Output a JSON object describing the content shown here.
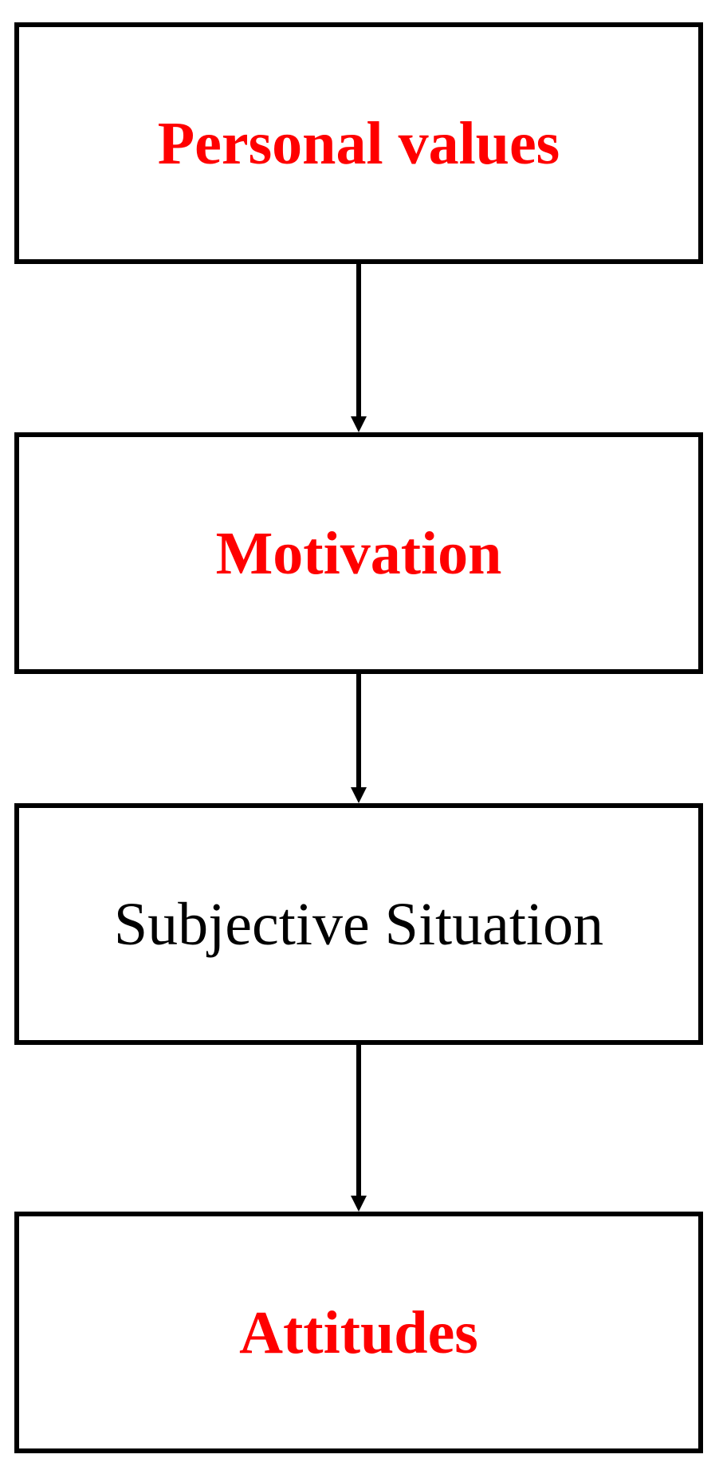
{
  "nodes": [
    {
      "label": "Personal values",
      "color": "#ff0000",
      "emphasis": "bold"
    },
    {
      "label": "Motivation",
      "color": "#ff0000",
      "emphasis": "bold"
    },
    {
      "label": "Subjective Situation",
      "color": "#000000",
      "emphasis": "normal"
    },
    {
      "label": "Attitudes",
      "color": "#ff0000",
      "emphasis": "bold"
    }
  ],
  "edges": [
    {
      "from": "Personal values",
      "to": "Motivation"
    },
    {
      "from": "Motivation",
      "to": "Subjective Situation"
    },
    {
      "from": "Subjective Situation",
      "to": "Attitudes"
    }
  ],
  "colors": {
    "border": "#000000",
    "arrow": "#000000",
    "background": "#ffffff"
  }
}
